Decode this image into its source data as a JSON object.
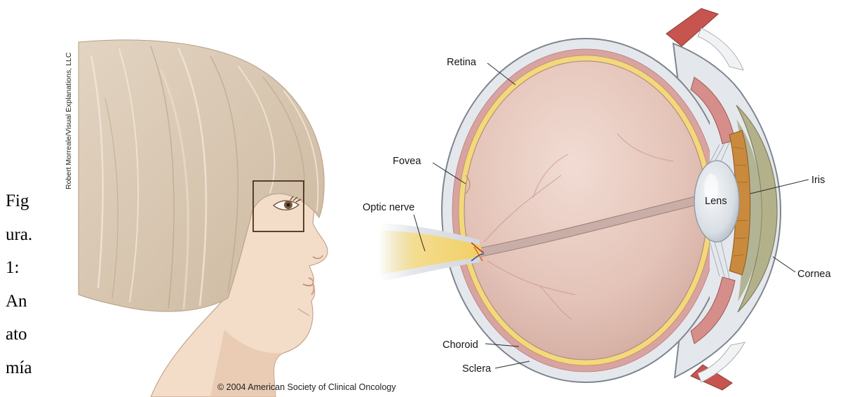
{
  "caption": {
    "lines": [
      "Fig",
      "ura.",
      "1:",
      "An",
      "ato",
      "mía"
    ]
  },
  "figure": {
    "credit": "Robert Morreale/Visual Explanations, LLC",
    "copyright": "© 2004 American Society of Clinical Oncology",
    "labels": {
      "retina": "Retina",
      "fovea": "Fovea",
      "optic_nerve": "Optic nerve",
      "lens": "Lens",
      "iris": "Iris",
      "cornea": "Cornea",
      "choroid": "Choroid",
      "sclera": "Sclera"
    }
  }
}
